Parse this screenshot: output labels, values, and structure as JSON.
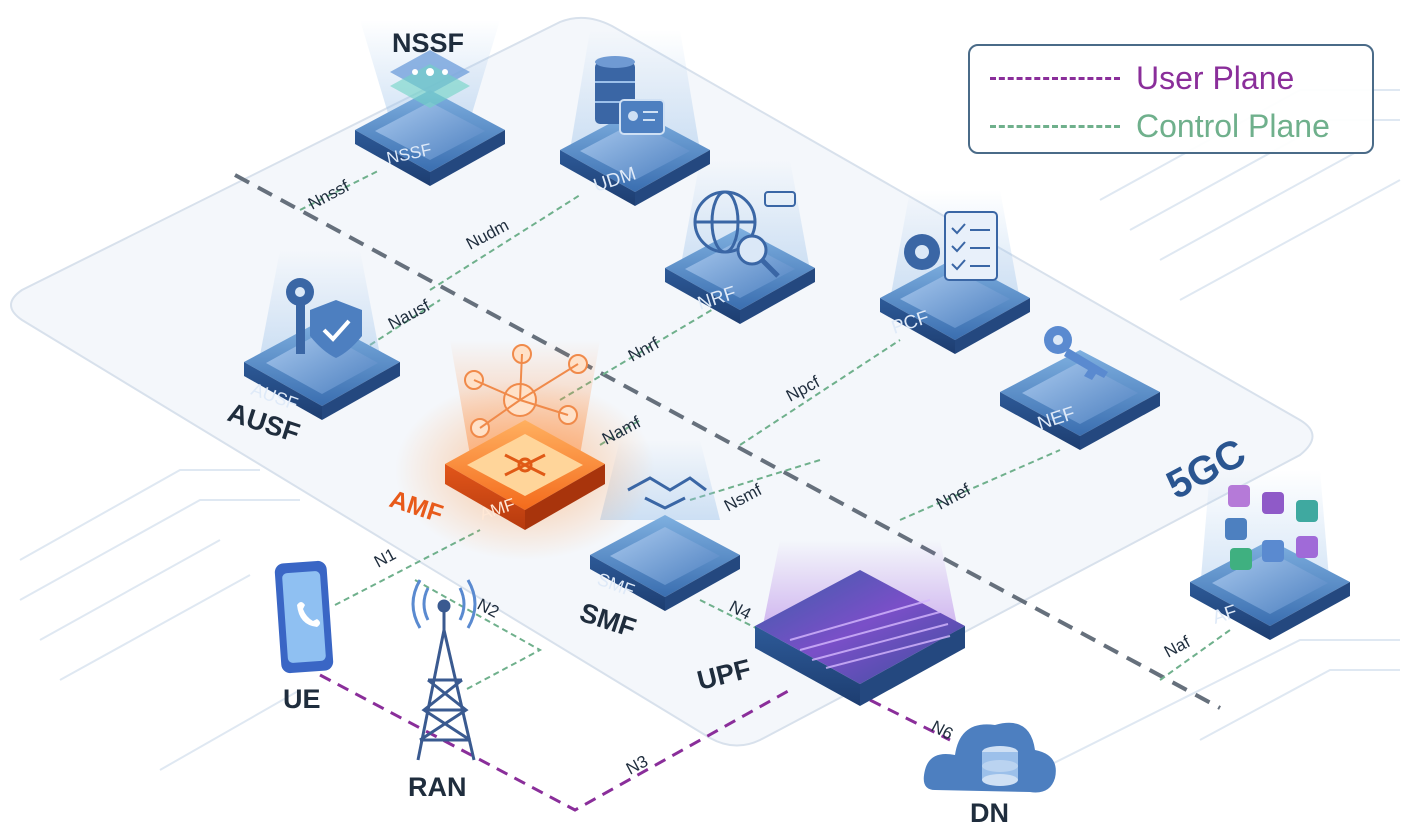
{
  "legend": {
    "user_plane": "User Plane",
    "control_plane": "Control Plane"
  },
  "core_label": "5GC",
  "nodes": {
    "nssf": {
      "title": "NSSF",
      "plate": "NSSF"
    },
    "udm": {
      "plate": "UDM"
    },
    "nrf": {
      "plate": "NRF"
    },
    "pcf": {
      "plate": "PCF"
    },
    "nef": {
      "plate": "NEF"
    },
    "ausf": {
      "title": "AUSF",
      "plate": "AUSF"
    },
    "amf": {
      "title": "AMF",
      "plate": "AMF"
    },
    "smf": {
      "title": "SMF",
      "plate": "SMF"
    },
    "upf": {
      "title": "UPF"
    },
    "af": {
      "plate": "AF"
    },
    "ue": {
      "title": "UE"
    },
    "ran": {
      "title": "RAN"
    },
    "dn": {
      "title": "DN"
    }
  },
  "interfaces": {
    "nnssf": "Nnssf",
    "nudm": "Nudm",
    "nausf": "Nausf",
    "nnrf": "Nnrf",
    "npcf": "Npcf",
    "namf": "Namf",
    "nsmf": "Nsmf",
    "nnef": "Nnef",
    "naf": "Naf",
    "n1": "N1",
    "n2": "N2",
    "n3": "N3",
    "n4": "N4",
    "n6": "N6"
  },
  "colors": {
    "user_plane": "#8a2e9a",
    "control_plane": "#6fb08c",
    "node_blue": "#2f5d9c",
    "amf_orange": "#f26a1b"
  }
}
